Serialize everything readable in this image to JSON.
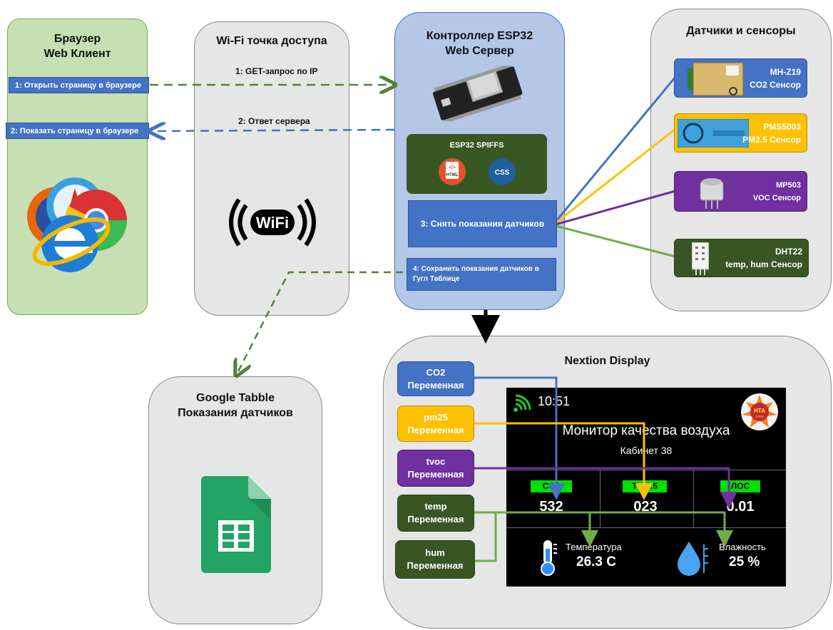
{
  "browser": {
    "title1": "Браузер",
    "title2": "Web Клиент",
    "step1": "1: Открыть страницу в браузере",
    "step2": "2: Показать страницу в браузере"
  },
  "wifi": {
    "title": "Wi-Fi точка доступа",
    "logo_text": "WiFi"
  },
  "arrows": {
    "request": "1: GET-запрос по IP",
    "response": "2: Ответ сервера"
  },
  "esp32": {
    "title1": "Контроллер ESP32",
    "title2": "Web Сервер",
    "spiffs": "ESP32 SPIFFS",
    "html_icon": "HTML",
    "css_icon": "CSS",
    "step3": "3: Снять показания датчиков",
    "step4": "4: Сохранить показания датчиков в Гугл Таблице"
  },
  "sensors": {
    "title": "Датчики и сенсоры",
    "items": [
      {
        "name": "MH-Z19",
        "desc": "CO2 Сенсор",
        "color": "#4472c4"
      },
      {
        "name": "PMS5003",
        "desc": "PM2.5 Сенсор",
        "color": "#ffc000"
      },
      {
        "name": "MP503",
        "desc": "VOC Сенсор",
        "color": "#7030a0"
      },
      {
        "name": "DHT22",
        "desc": "temp, hum Сенсор",
        "color": "#375623"
      }
    ]
  },
  "google": {
    "title1": "Google Tabble",
    "title2": "Показания датчиков"
  },
  "nextion": {
    "title": "Nextion Display",
    "variables": [
      {
        "name": "CO2",
        "sub": "Переменная",
        "color": "#4472c4"
      },
      {
        "name": "pm25",
        "sub": "Переменная",
        "color": "#ffc000"
      },
      {
        "name": "tvoc",
        "sub": "Переменная",
        "color": "#7030a0"
      },
      {
        "name": "temp",
        "sub": "Переменная",
        "color": "#375623"
      },
      {
        "name": "hum",
        "sub": "Переменная",
        "color": "#375623"
      }
    ],
    "screen": {
      "time": "10:51",
      "title": "Монитор качества воздуха",
      "subtitle": "Кабинет 38",
      "badge_text": "НТА",
      "badge_sub": "STEM",
      "tags": [
        "CO2",
        "ТЧ 2.5",
        "ЛОС"
      ],
      "values": [
        "532",
        "023",
        "0.01"
      ],
      "temp_label": "Температура",
      "temp_value": "26.3 C",
      "hum_label": "Влажность",
      "hum_value": "25 %"
    }
  },
  "colors": {
    "co2": "#4472c4",
    "pm": "#ffc000",
    "voc": "#7030a0",
    "dht": "#70ad47",
    "dashed_green": "#548235"
  }
}
